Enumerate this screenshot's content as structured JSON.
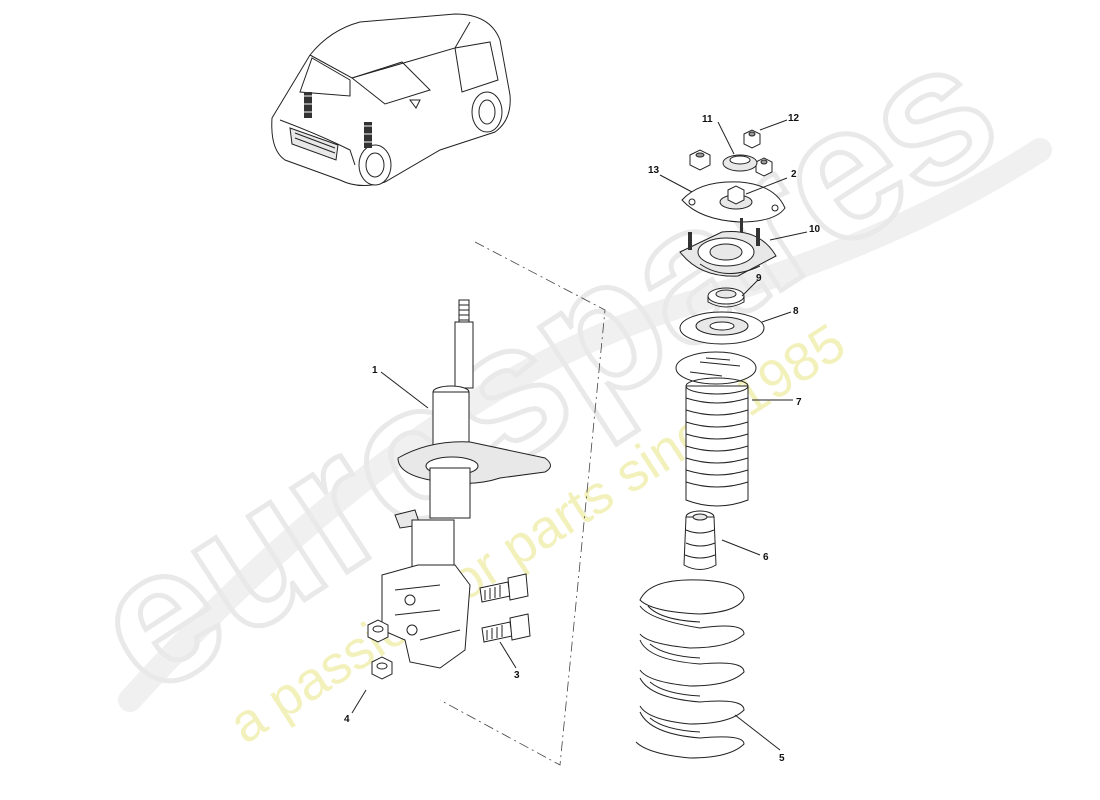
{
  "watermark": {
    "brand": "eurospares",
    "tagline": "a passion for parts since 1985"
  },
  "callouts": [
    {
      "id": "c1",
      "label": "1"
    },
    {
      "id": "c2",
      "label": "2"
    },
    {
      "id": "c3",
      "label": "3"
    },
    {
      "id": "c4",
      "label": "4"
    },
    {
      "id": "c5",
      "label": "5"
    },
    {
      "id": "c6",
      "label": "6"
    },
    {
      "id": "c7",
      "label": "7"
    },
    {
      "id": "c8",
      "label": "8"
    },
    {
      "id": "c9",
      "label": "9"
    },
    {
      "id": "c10",
      "label": "10"
    },
    {
      "id": "c11",
      "label": "11"
    },
    {
      "id": "c12",
      "label": "12"
    },
    {
      "id": "c13",
      "label": "13"
    }
  ]
}
